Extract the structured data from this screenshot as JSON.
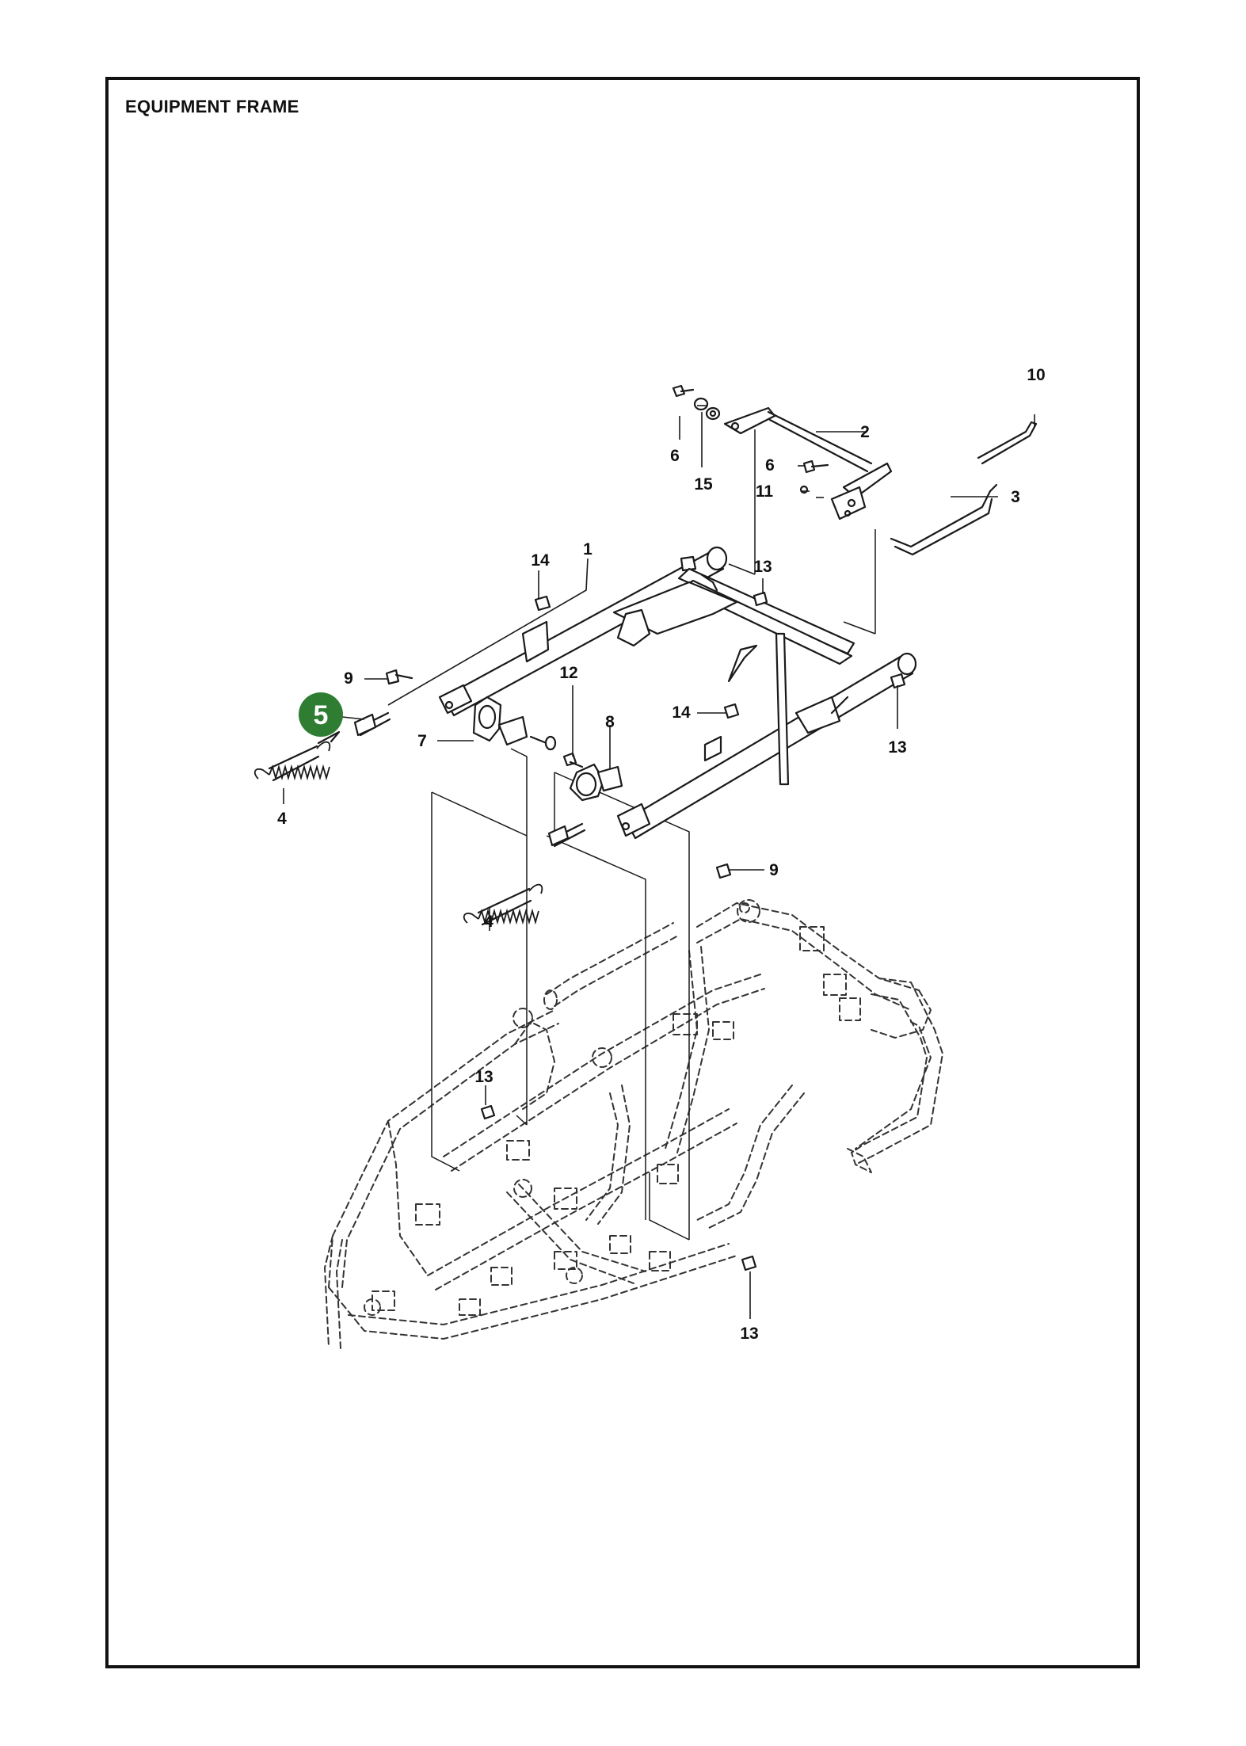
{
  "title": "EQUIPMENT FRAME",
  "highlight": {
    "number": "5",
    "color": "#2e7d32"
  },
  "callouts": {
    "c1": "1",
    "c2": "2",
    "c3": "3",
    "c4a": "4",
    "c4b": "4",
    "c6a": "6",
    "c6b": "6",
    "c7": "7",
    "c8": "8",
    "c9a": "9",
    "c9b": "9",
    "c10": "10",
    "c11": "11",
    "c12": "12",
    "c13a": "13",
    "c13b": "13",
    "c13c": "13",
    "c13d": "13",
    "c14a": "14",
    "c14b": "14",
    "c15": "15"
  }
}
